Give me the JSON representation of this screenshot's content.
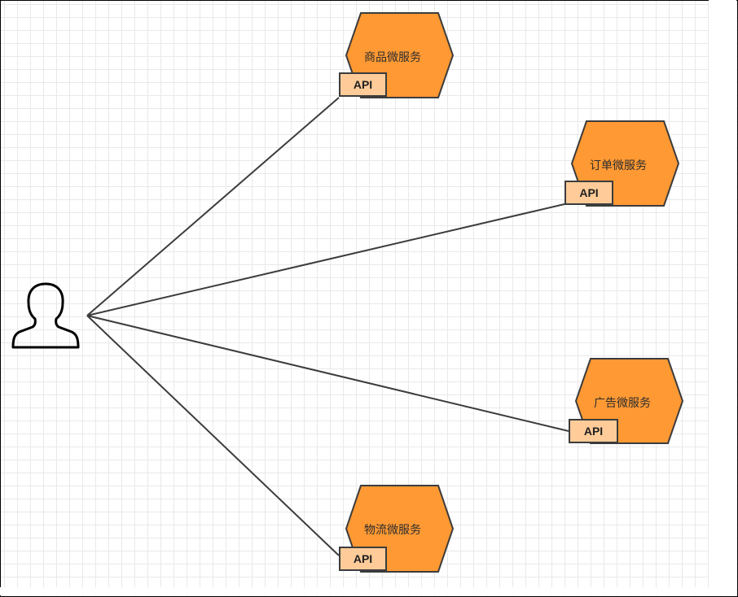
{
  "services": [
    {
      "label": "商品微服务",
      "api": "API"
    },
    {
      "label": "订单微服务",
      "api": "API"
    },
    {
      "label": "广告微服务",
      "api": "API"
    },
    {
      "label": "物流微服务",
      "api": "API"
    }
  ],
  "colors": {
    "hexagon_fill": "#ff9933",
    "api_fill": "#ffcc99",
    "stroke": "#3c3c3c"
  },
  "icons": {
    "user": "user-icon"
  }
}
